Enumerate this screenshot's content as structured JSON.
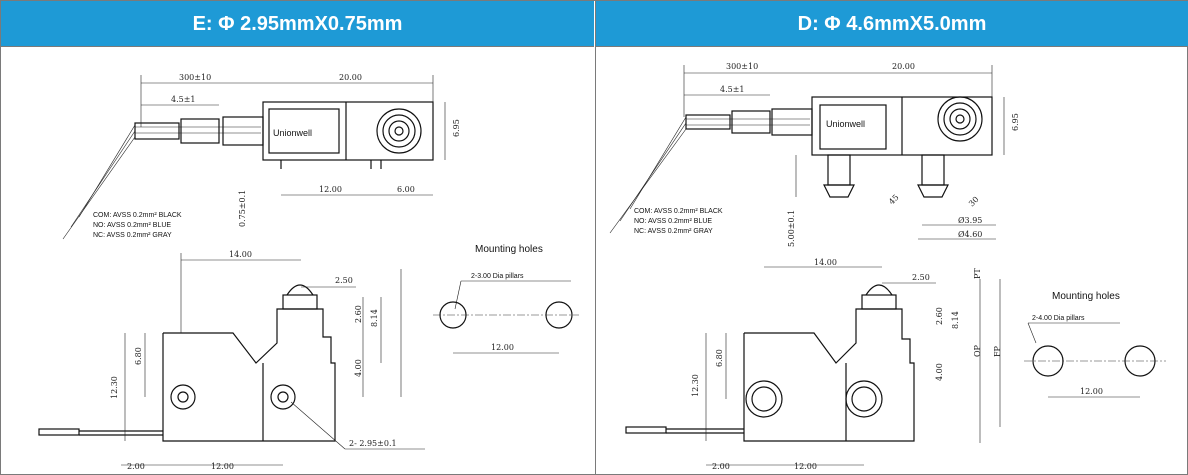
{
  "left": {
    "title": "E: Φ 2.95mmX0.75mm",
    "brand": "Unionwell",
    "wires": [
      "COM: AVSS 0.2mm² BLACK",
      "NO: AVSS 0.2mm² BLUE",
      "NC: AVSS 0.2mm² GRAY"
    ],
    "mounting_title": "Mounting holes",
    "pillars": "2-3.00 Dia pillars",
    "dims": {
      "cable": "300±10",
      "strip": "4.5±1",
      "body_len": "20.00",
      "height": "6.95",
      "thick": "0.75±0.1",
      "span": "12.00",
      "tail": "6.00",
      "act": "2.50",
      "a": "2.60",
      "b": "8.14",
      "c": "4.00",
      "d": "6.80",
      "e": "12.30",
      "top": "14.00",
      "edge": "2.00",
      "pitch": "12.00",
      "hole": "2- 2.95±0.1",
      "mount_pitch": "12.00"
    }
  },
  "right": {
    "title": "D: Φ 4.6mmX5.0mm",
    "brand": "Unionwell",
    "wires": [
      "COM: AVSS 0.2mm² BLACK",
      "NO: AVSS 0.2mm² BLUE",
      "NC: AVSS 0.2mm² GRAY"
    ],
    "mounting_title": "Mounting holes",
    "pillars": "2-4.00 Dia pillars",
    "dims": {
      "cable": "300±10",
      "strip": "4.5±1",
      "body_len": "20.00",
      "height": "6.95",
      "pin_len": "5.00±0.1",
      "angle1": "45",
      "angle2": "30",
      "d1": "Ø3.95",
      "d2": "Ø4.60",
      "top": "14.00",
      "act": "2.50",
      "a": "2.60",
      "b": "8.14",
      "c": "4.00",
      "d": "6.80",
      "e": "12.30",
      "edge": "2.00",
      "pitch": "12.00",
      "mount_pitch": "12.00",
      "side1": "PT",
      "side2": "OP",
      "side3": "FP"
    }
  }
}
